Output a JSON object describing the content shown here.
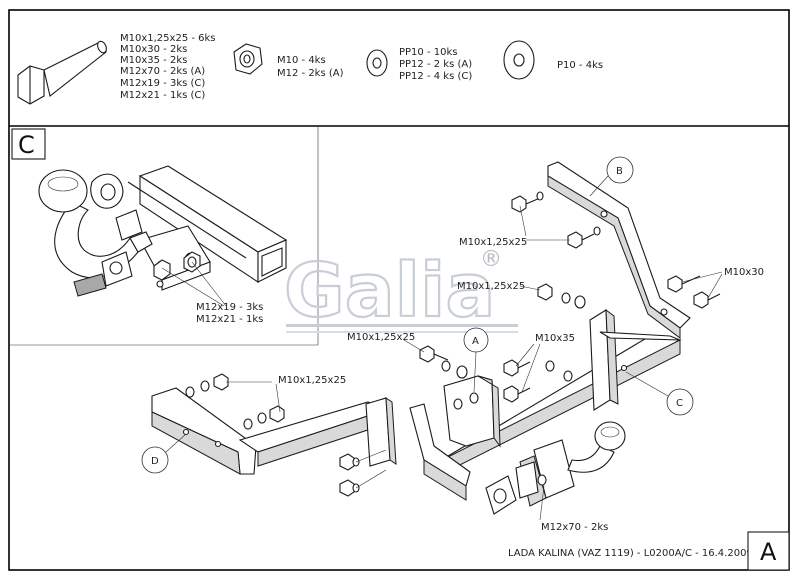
{
  "hardware": {
    "bolts": [
      "M10x1,25x25 - 6ks",
      "M10x30 - 2ks",
      "M10x35 - 2ks",
      "M12x70 - 2ks (A)",
      "M12x19 - 3ks (C)",
      "M12x21 - 1ks (C)"
    ],
    "nuts": [
      "M10 - 4ks",
      "M12 - 2ks (A)"
    ],
    "washers_pp": [
      "PP10 - 10ks",
      "PP12 - 2 ks (A)",
      "PP12 - 4 ks (C)"
    ],
    "washers_p": [
      "P10 - 4ks"
    ]
  },
  "detail": {
    "letter": "C",
    "labels": [
      "M12x19 - 3ks",
      "M12x21 - 1ks"
    ]
  },
  "callouts": {
    "a": "A",
    "b": "B",
    "c": "C",
    "d": "D"
  },
  "labels": {
    "b_bolt": "M10x1,25x25",
    "b_bolt2": "M10x1,25x25",
    "m10x30": "M10x30",
    "a_bolt": "M10x1,25x25",
    "m10x35": "M10x35",
    "d_bolt": "M10x1,25x25",
    "m12x70": "M12x70 - 2ks"
  },
  "logo": {
    "text": "Galia",
    "reg": "®"
  },
  "footer": {
    "caption": "LADA KALINA (VAZ 1119) - L0200A/C - 16.4.2009",
    "sheet_letter": "A"
  }
}
